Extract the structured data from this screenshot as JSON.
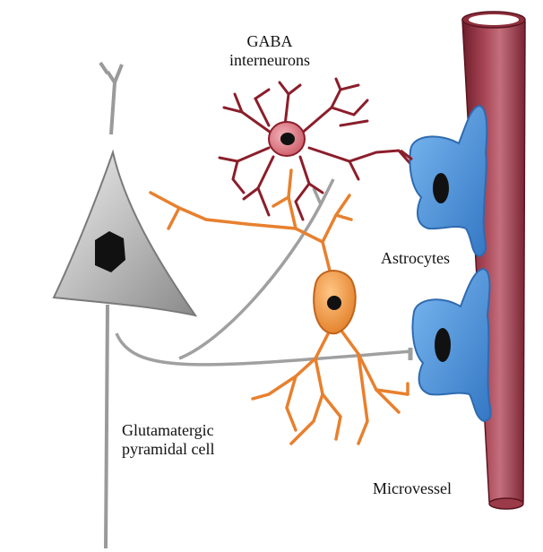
{
  "labels": {
    "gaba_line1": "GABA",
    "gaba_line2": "interneurons",
    "astrocytes": "Astrocytes",
    "glut_line1": "Glutamatergic",
    "glut_line2": "pyramidal cell",
    "microvessel": "Microvessel"
  },
  "colors": {
    "pyramidal_cell": "#b5b5b5",
    "gaba_interneuron": "#8b1e2b",
    "gaba_soma": "#e07a85",
    "interneuron_orange": "#e8802e",
    "astrocyte": "#4a90d9",
    "microvessel": "#8e2e3c",
    "nucleus": "#111111"
  },
  "icons": [
    "pyramidal-neuron",
    "gaba-interneuron",
    "orange-interneuron",
    "astrocyte",
    "microvessel"
  ]
}
